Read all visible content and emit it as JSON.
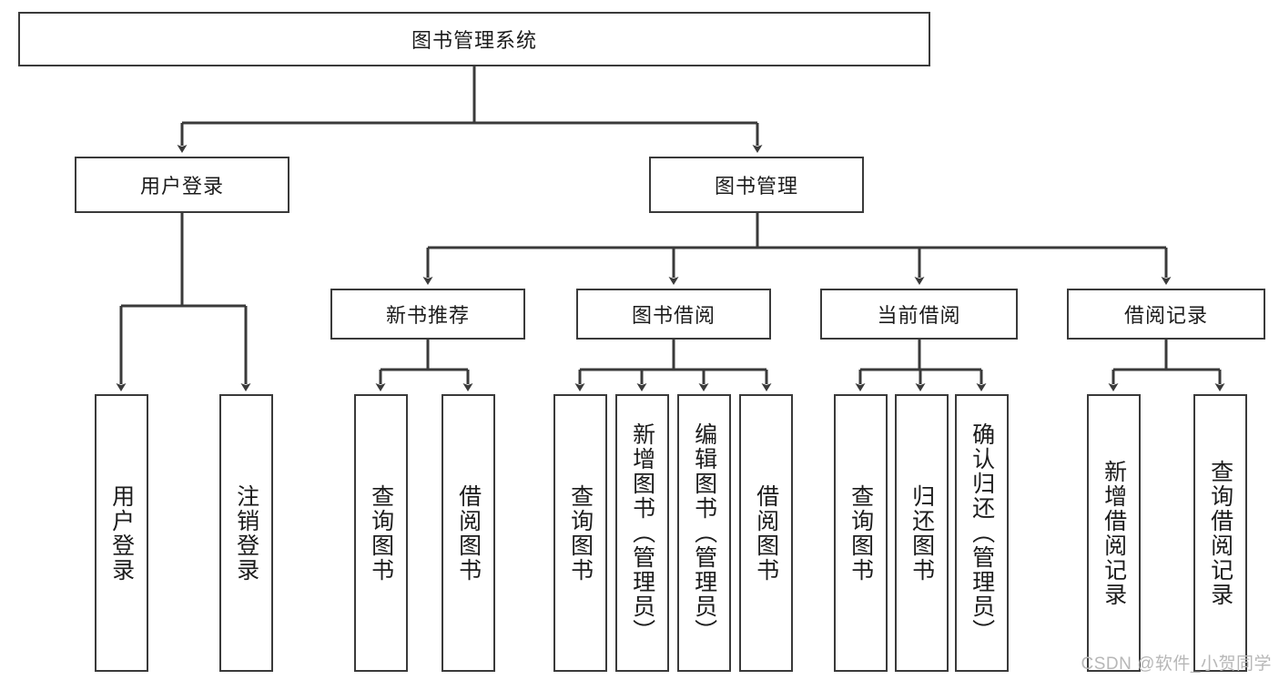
{
  "diagram": {
    "title": "图书管理系统",
    "type": "tree-hierarchy-diagram",
    "colors": {
      "border": "#3a3a3a",
      "fill": "#ffffff",
      "text": "#1c1c1c",
      "watermark": "#b7b7b7"
    },
    "root": {
      "label": "图书管理系统"
    },
    "level2": [
      {
        "label": "用户登录"
      },
      {
        "label": "图书管理"
      }
    ],
    "level3": [
      {
        "label": "新书推荐"
      },
      {
        "label": "图书借阅"
      },
      {
        "label": "当前借阅"
      },
      {
        "label": "借阅记录"
      }
    ],
    "leaves": {
      "user_login": [
        {
          "label": "用户登录"
        },
        {
          "label": "注销登录"
        }
      ],
      "new_book": [
        {
          "label": "查询图书"
        },
        {
          "label": "借阅图书"
        }
      ],
      "book_borrow": [
        {
          "label": "查询图书"
        },
        {
          "label": "新增图书（管理员）"
        },
        {
          "label": "编辑图书（管理员）"
        },
        {
          "label": "借阅图书"
        }
      ],
      "current_borrow": [
        {
          "label": "查询图书"
        },
        {
          "label": "归还图书"
        },
        {
          "label": "确认归还（管理员）"
        }
      ],
      "borrow_record": [
        {
          "label": "新增借阅记录"
        },
        {
          "label": "查询借阅记录"
        }
      ]
    },
    "watermark": "CSDN @软件_小贺同学"
  }
}
